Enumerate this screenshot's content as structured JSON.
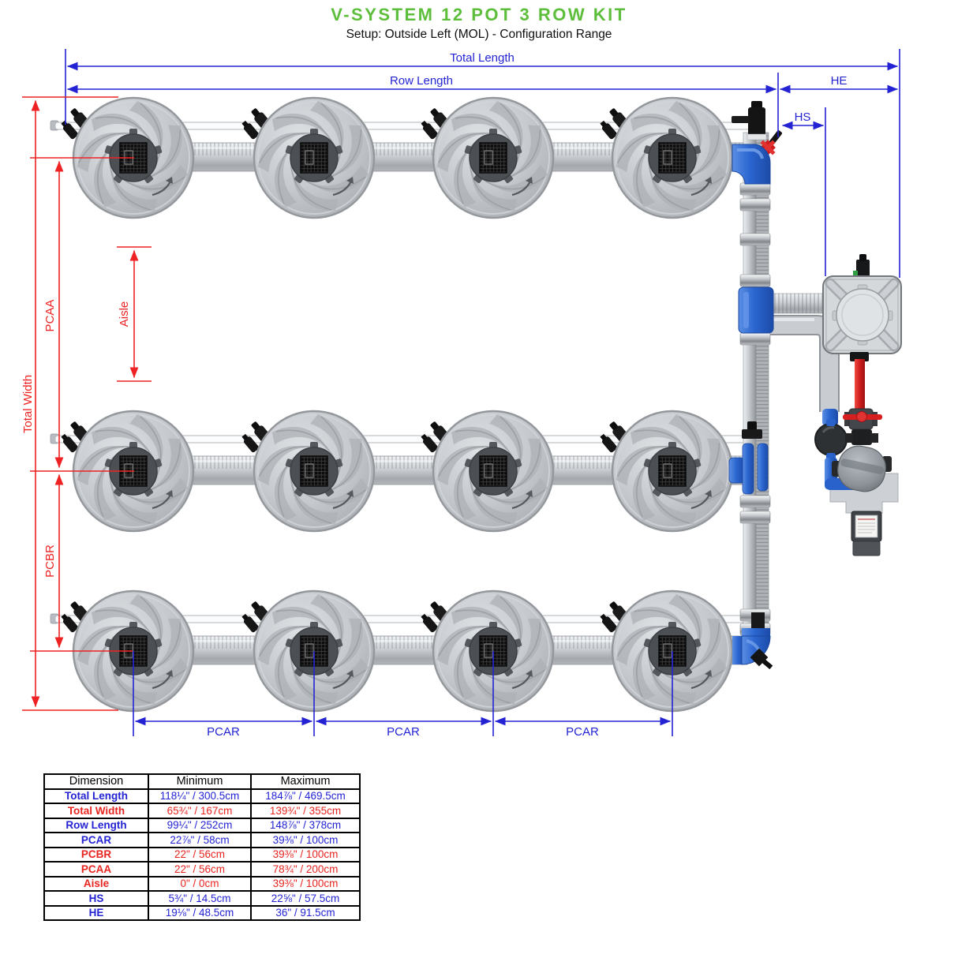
{
  "header": {
    "title": "V-SYSTEM 12 POT 3 ROW KIT",
    "subtitle": "Setup: Outside Left (MOL) - Configuration Range"
  },
  "colors": {
    "title_green": "#5cbe3a",
    "dim_blue": "#2323d4",
    "dim_red": "#ee2222",
    "fitting_blue": "#2b66d0",
    "pipe_red": "#d32222"
  },
  "diagram": {
    "labels": {
      "total_length": "Total Length",
      "row_length": "Row Length",
      "he": "HE",
      "hs": "HS",
      "pcar": "PCAR",
      "total_width": "Total Width",
      "pcaa": "PCAA",
      "pcbr": "PCBR",
      "aisle": "Aisle"
    },
    "pot_count": 12,
    "rows": 3,
    "pots_per_row": 4
  },
  "table": {
    "headers": [
      "Dimension",
      "Minimum",
      "Maximum"
    ],
    "rows": [
      {
        "label": "Total Length",
        "min": "118¼\" / 300.5cm",
        "max": "184⅞\" / 469.5cm",
        "color": "#2323d4"
      },
      {
        "label": "Total Width",
        "min": "65¾\" / 167cm",
        "max": "139¾\" / 355cm",
        "color": "#e8251f"
      },
      {
        "label": "Row Length",
        "min": "99¼\" / 252cm",
        "max": "148⅞\" / 378cm",
        "color": "#2323d4"
      },
      {
        "label": "PCAR",
        "min": "22⅞\" / 58cm",
        "max": "39⅜\" / 100cm",
        "color": "#2323d4"
      },
      {
        "label": "PCBR",
        "min": "22\" / 56cm",
        "max": "39⅜\" / 100cm",
        "color": "#e8251f"
      },
      {
        "label": "PCAA",
        "min": "22\" / 56cm",
        "max": "78¾\" / 200cm",
        "color": "#e8251f"
      },
      {
        "label": "Aisle",
        "min": "0\" / 0cm",
        "max": "39⅜\" / 100cm",
        "color": "#e8251f"
      },
      {
        "label": "HS",
        "min": "5¾\" / 14.5cm",
        "max": "22⅝\" / 57.5cm",
        "color": "#2323d4"
      },
      {
        "label": "HE",
        "min": "19⅛\" / 48.5cm",
        "max": "36\" / 91.5cm",
        "color": "#2323d4"
      }
    ]
  }
}
